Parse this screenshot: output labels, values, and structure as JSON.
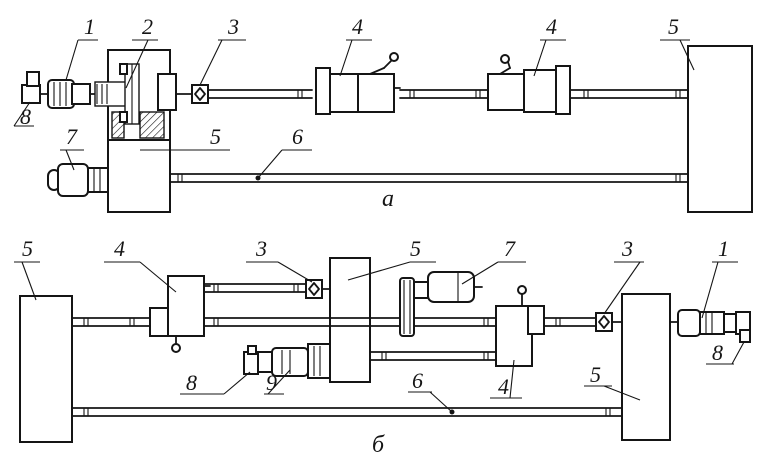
{
  "figure": {
    "panel_a": {
      "caption": "а",
      "labels": {
        "motor_1": "1",
        "gear_2": "2",
        "coupling_3": "3",
        "clutch_4": "4",
        "clutch_4b": "4",
        "housing_5": "5",
        "housing_5b": "5",
        "shaft_6": "6",
        "motor_7": "7",
        "brake_8": "8"
      }
    },
    "panel_b": {
      "caption": "б",
      "labels": {
        "housing_5_left": "5",
        "clutch_4_left": "4",
        "coupling_3_left": "3",
        "housing_5_mid": "5",
        "motor_7": "7",
        "coupling_3_right": "3",
        "motor_1": "1",
        "brake_8_left": "8",
        "motor_9": "9",
        "shaft_6": "6",
        "clutch_4_right": "4",
        "housing_5_right": "5",
        "brake_8_right": "8"
      }
    }
  }
}
